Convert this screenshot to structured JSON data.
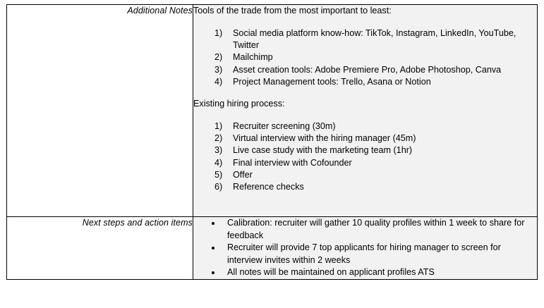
{
  "document": {
    "accent_border_color": "#000000",
    "content_cell_background": "#f2f2f2",
    "page_background": "#ffffff",
    "rows": [
      {
        "label": "Additional Notes",
        "sections": [
          {
            "heading": "Tools of the trade from the most important to least:",
            "list_type": "numbered",
            "items": [
              {
                "marker": "1)",
                "text": "Social media platform know-how: TikTok, Instagram, LinkedIn, YouTube, Twitter"
              },
              {
                "marker": "2)",
                "text": "Mailchimp"
              },
              {
                "marker": "3)",
                "text": "Asset creation tools: Adobe Premiere Pro, Adobe Photoshop, Canva"
              },
              {
                "marker": "4)",
                "text": "Project Management tools: Trello, Asana or Notion"
              }
            ]
          },
          {
            "heading": "Existing hiring process:",
            "list_type": "numbered",
            "items": [
              {
                "marker": "1)",
                "text": "Recruiter screening (30m)"
              },
              {
                "marker": "2)",
                "text": "Virtual interview with the hiring manager (45m)"
              },
              {
                "marker": "3)",
                "text": "Live case study with the marketing team (1hr)"
              },
              {
                "marker": "4)",
                "text": "Final interview with Cofounder"
              },
              {
                "marker": "5)",
                "text": "Offer"
              },
              {
                "marker": "6)",
                "text": "Reference checks"
              }
            ]
          }
        ]
      },
      {
        "label": "Next steps and action items",
        "sections": [
          {
            "heading": "",
            "list_type": "bulleted",
            "items": [
              {
                "marker": "•",
                "text": "Calibration: recruiter will gather 10 quality profiles within 1 week to share for feedback"
              },
              {
                "marker": "•",
                "text": "Recruiter will provide 7 top applicants for hiring manager to screen for interview invites within 2 weeks"
              },
              {
                "marker": "•",
                "text": "All notes will be maintained on applicant profiles ATS"
              }
            ]
          }
        ]
      }
    ]
  }
}
